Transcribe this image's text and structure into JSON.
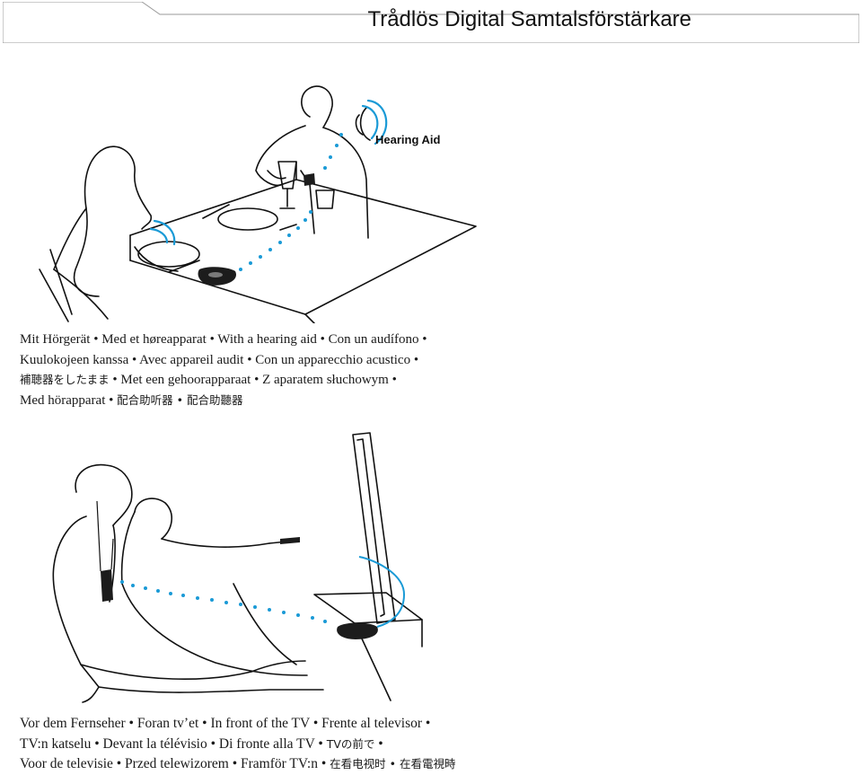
{
  "header": {
    "title": "Trådlös Digital Samtalsförstärkare"
  },
  "top_illustration": {
    "label": "Hearing Aid",
    "accent_color": "#1a9ad6"
  },
  "caption_top": {
    "line1": "Mit Hörgerät • Med et høreapparat • With a hearing aid • Con un audífono •",
    "line2": "Kuulokojeen kanssa • Avec appareil audit • Con un apparecchio acustico •",
    "line3_cjk": "補聴器をしたまま",
    "line3_rest": " • Met een gehoorapparaat • Z aparatem słuchowym •",
    "line4_pre": "Med hörapparat • ",
    "line4_cjk": "配合助听器 • 配合助聽器"
  },
  "caption_bottom": {
    "line1": "Vor dem Fernseher • Foran tv’et • In front of the TV • Frente al televisor •",
    "line2_pre": "TV:n katselu • Devant la télévisio • Di fronte alla TV • ",
    "line2_cjk": "TVの前で",
    "line2_post": " •",
    "line3_pre": "Voor de televisie • Przed telewizorem • Framför TV:n • ",
    "line3_cjk": "在看电视时 • 在看電視時"
  }
}
